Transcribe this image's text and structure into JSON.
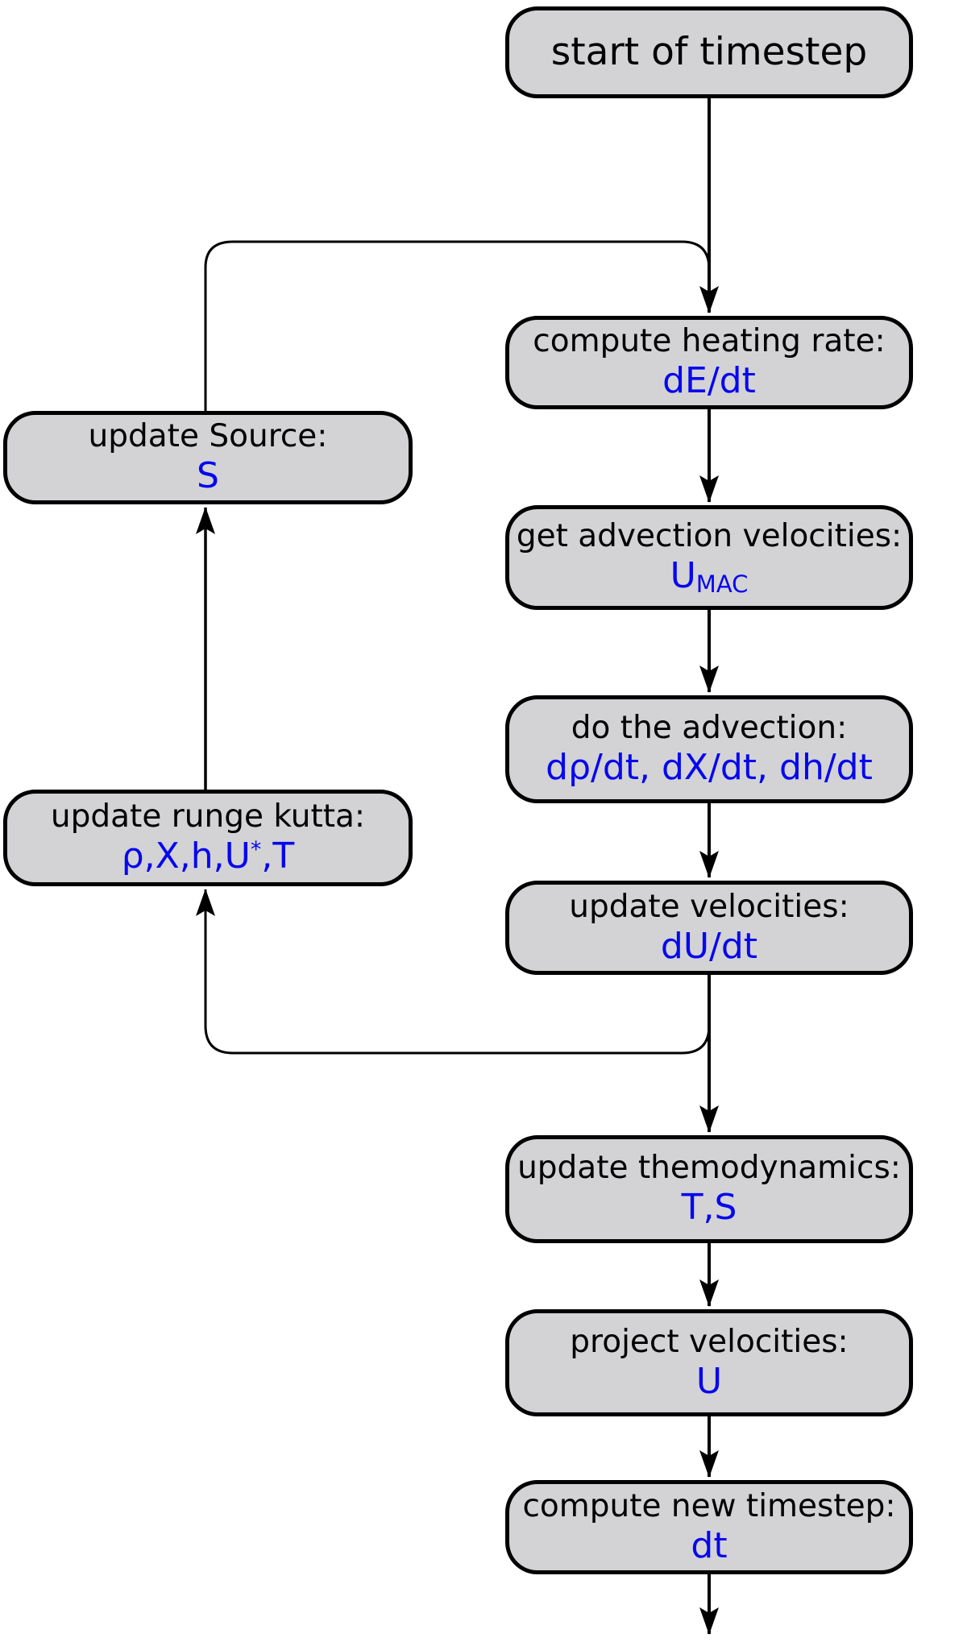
{
  "diagram": {
    "type": "flowchart",
    "colors": {
      "background": "#ffffff",
      "box_fill": "#d3d3d6",
      "box_border": "#000000",
      "label_text": "#000000",
      "formula_text": "#0707ee",
      "edge_stroke": "#000000"
    },
    "nodes": [
      {
        "id": "start",
        "label": "start of timestep"
      },
      {
        "id": "compute-heating",
        "label": "compute heating rate:",
        "formula": "dE/dt"
      },
      {
        "id": "update-source",
        "label": "update Source:",
        "formula": "S"
      },
      {
        "id": "get-advection",
        "label": "get advection velocities:",
        "formula_main": "U",
        "formula_sub": "MAC"
      },
      {
        "id": "do-advection",
        "label": "do the advection:",
        "formula": "dρ/dt, dX/dt, dh/dt"
      },
      {
        "id": "runge-kutta",
        "label": "update runge kutta:",
        "formula_pre": "ρ,X,h,U",
        "formula_sup": "*",
        "formula_post": ",T"
      },
      {
        "id": "update-velocities",
        "label": "update velocities:",
        "formula": "dU/dt"
      },
      {
        "id": "update-thermo",
        "label": "update themodynamics:",
        "formula": "T,S"
      },
      {
        "id": "project",
        "label": "project velocities:",
        "formula": "U"
      },
      {
        "id": "new-timestep",
        "label": "compute new timestep:",
        "formula": "dt"
      }
    ],
    "edges": [
      {
        "from": "start",
        "to": "compute-heating"
      },
      {
        "from": "compute-heating",
        "to": "get-advection"
      },
      {
        "from": "get-advection",
        "to": "do-advection"
      },
      {
        "from": "do-advection",
        "to": "update-velocities"
      },
      {
        "from": "update-velocities",
        "to": "update-thermo"
      },
      {
        "from": "update-velocities",
        "to": "runge-kutta",
        "style": "loop-left-down"
      },
      {
        "from": "runge-kutta",
        "to": "update-source"
      },
      {
        "from": "update-source",
        "to": "compute-heating",
        "style": "loop-left-up"
      },
      {
        "from": "update-thermo",
        "to": "project"
      },
      {
        "from": "project",
        "to": "new-timestep"
      },
      {
        "from": "new-timestep",
        "to": "exit"
      }
    ]
  }
}
